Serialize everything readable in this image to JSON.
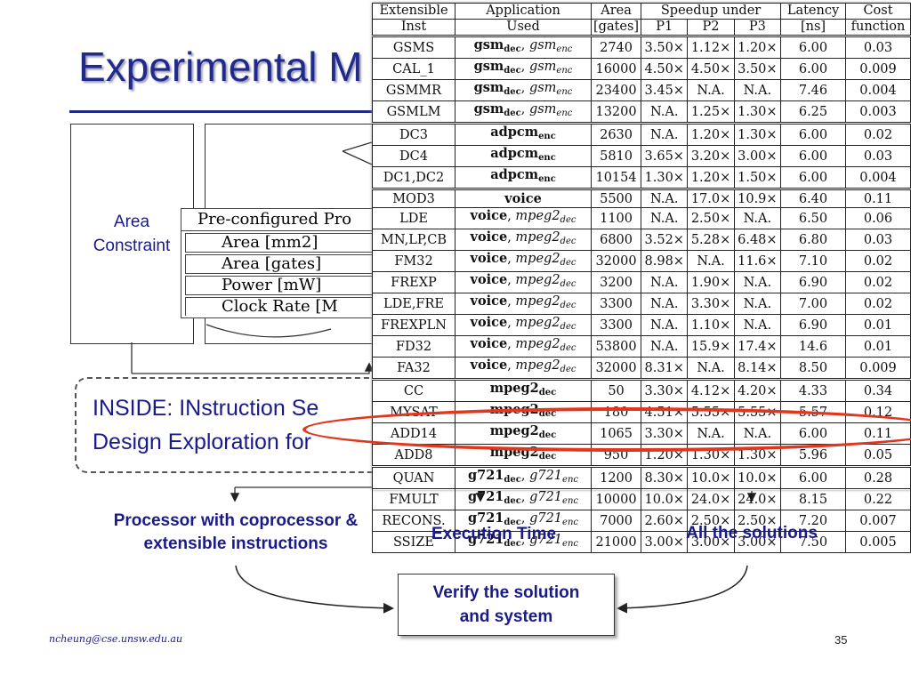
{
  "slide": {
    "title": "Experimental M",
    "area_label_line1": "Area",
    "area_label_line2": "Constraint",
    "preconfigured": {
      "header": "Pre-configured Pro",
      "rows": [
        "Area [mm2]",
        "Area [gates]",
        "Power [mW]",
        "Clock Rate [M"
      ]
    },
    "inside_line1": "INSIDE: INstruction Se",
    "inside_line2": "Design Exploration for",
    "caption_processor_line1": "Processor with coprocessor &",
    "caption_processor_line2": "extensible instructions",
    "caption_execution": "Execution Time",
    "caption_solutions": "All the solutions",
    "verify_line1": "Verify the solution",
    "verify_line2": "and system",
    "footer_email": "ncheung@cse.unsw.edu.au",
    "page_number": "35",
    "highlight_color": "#e0381e",
    "title_color": "#1f2a8a"
  },
  "table": {
    "header1": [
      "Extensible",
      "Application",
      "Area",
      "Speedup under",
      "Latency",
      "Cost"
    ],
    "header2": [
      "Inst",
      "Used",
      "[gates]",
      "P1",
      "P2",
      "P3",
      "[ns]",
      "function"
    ],
    "groups": [
      [
        {
          "inst": "GSMS",
          "app_b": "gsm",
          "app_b_sub": "dec",
          "app_i": "gsm",
          "app_i_sub": "enc",
          "area": "2740",
          "p1": "3.50×",
          "p2": "1.12×",
          "p3": "1.20×",
          "lat": "6.00",
          "cost": "0.03"
        },
        {
          "inst": "CAL_1",
          "app_b": "gsm",
          "app_b_sub": "dec",
          "app_i": "gsm",
          "app_i_sub": "enc",
          "area": "16000",
          "p1": "4.50×",
          "p2": "4.50×",
          "p3": "3.50×",
          "lat": "6.00",
          "cost": "0.009"
        },
        {
          "inst": "GSMMR",
          "app_b": "gsm",
          "app_b_sub": "dec",
          "app_i": "gsm",
          "app_i_sub": "enc",
          "area": "23400",
          "p1": "3.45×",
          "p2": "N.A.",
          "p3": "N.A.",
          "lat": "7.46",
          "cost": "0.004"
        },
        {
          "inst": "GSMLM",
          "app_b": "gsm",
          "app_b_sub": "dec",
          "app_i": "gsm",
          "app_i_sub": "enc",
          "area": "13200",
          "p1": "N.A.",
          "p2": "1.25×",
          "p3": "1.30×",
          "lat": "6.25",
          "cost": "0.003"
        }
      ],
      [
        {
          "inst": "DC3",
          "app_b": "adpcm",
          "app_b_sub": "enc",
          "app_i": "",
          "app_i_sub": "",
          "area": "2630",
          "p1": "N.A.",
          "p2": "1.20×",
          "p3": "1.30×",
          "lat": "6.00",
          "cost": "0.02"
        },
        {
          "inst": "DC4",
          "app_b": "adpcm",
          "app_b_sub": "enc",
          "app_i": "",
          "app_i_sub": "",
          "area": "5810",
          "p1": "3.65×",
          "p2": "3.20×",
          "p3": "3.00×",
          "lat": "6.00",
          "cost": "0.03"
        },
        {
          "inst": "DC1,DC2",
          "app_b": "adpcm",
          "app_b_sub": "enc",
          "app_i": "",
          "app_i_sub": "",
          "area": "10154",
          "p1": "1.30×",
          "p2": "1.20×",
          "p3": "1.50×",
          "lat": "6.00",
          "cost": "0.004"
        }
      ],
      [
        {
          "inst": "MOD3",
          "app_b": "voice",
          "app_b_sub": "",
          "app_i": "",
          "app_i_sub": "",
          "area": "5500",
          "p1": "N.A.",
          "p2": "17.0×",
          "p3": "10.9×",
          "lat": "6.40",
          "cost": "0.11"
        },
        {
          "inst": "LDE",
          "app_b": "voice",
          "app_b_sub": "",
          "app_i": "mpeg2",
          "app_i_sub": "dec",
          "area": "1100",
          "p1": "N.A.",
          "p2": "2.50×",
          "p3": "N.A.",
          "lat": "6.50",
          "cost": "0.06"
        },
        {
          "inst": "MN,LP,CB",
          "app_b": "voice",
          "app_b_sub": "",
          "app_i": "mpeg2",
          "app_i_sub": "dec",
          "area": "6800",
          "p1": "3.52×",
          "p2": "5.28×",
          "p3": "6.48×",
          "lat": "6.80",
          "cost": "0.03"
        },
        {
          "inst": "FM32",
          "app_b": "voice",
          "app_b_sub": "",
          "app_i": "mpeg2",
          "app_i_sub": "dec",
          "area": "32000",
          "p1": "8.98×",
          "p2": "N.A.",
          "p3": "11.6×",
          "lat": "7.10",
          "cost": "0.02"
        },
        {
          "inst": "FREXP",
          "app_b": "voice",
          "app_b_sub": "",
          "app_i": "mpeg2",
          "app_i_sub": "dec",
          "area": "3200",
          "p1": "N.A.",
          "p2": "1.90×",
          "p3": "N.A.",
          "lat": "6.90",
          "cost": "0.02"
        },
        {
          "inst": "LDE,FRE",
          "app_b": "voice",
          "app_b_sub": "",
          "app_i": "mpeg2",
          "app_i_sub": "dec",
          "area": "3300",
          "p1": "N.A.",
          "p2": "3.30×",
          "p3": "N.A.",
          "lat": "7.00",
          "cost": "0.02"
        },
        {
          "inst": "FREXPLN",
          "app_b": "voice",
          "app_b_sub": "",
          "app_i": "mpeg2",
          "app_i_sub": "dec",
          "area": "3300",
          "p1": "N.A.",
          "p2": "1.10×",
          "p3": "N.A.",
          "lat": "6.90",
          "cost": "0.01"
        },
        {
          "inst": "FD32",
          "app_b": "voice",
          "app_b_sub": "",
          "app_i": "mpeg2",
          "app_i_sub": "dec",
          "area": "53800",
          "p1": "N.A.",
          "p2": "15.9×",
          "p3": "17.4×",
          "lat": "14.6",
          "cost": "0.01"
        },
        {
          "inst": "FA32",
          "app_b": "voice",
          "app_b_sub": "",
          "app_i": "mpeg2",
          "app_i_sub": "dec",
          "area": "32000",
          "p1": "8.31×",
          "p2": "N.A.",
          "p3": "8.14×",
          "lat": "8.50",
          "cost": "0.009"
        }
      ],
      [
        {
          "inst": "CC",
          "app_b": "mpeg2",
          "app_b_sub": "dec",
          "app_i": "",
          "app_i_sub": "",
          "area": "50",
          "p1": "3.30×",
          "p2": "4.12×",
          "p3": "4.20×",
          "lat": "4.33",
          "cost": "0.34"
        },
        {
          "inst": "MYSAT",
          "app_b": "mpeg2",
          "app_b_sub": "dec",
          "app_i": "",
          "app_i_sub": "",
          "area": "180",
          "p1": "4.51×",
          "p2": "5.55×",
          "p3": "5.55×",
          "lat": "5.57",
          "cost": "0.12"
        },
        {
          "inst": "ADD14",
          "app_b": "mpeg2",
          "app_b_sub": "dec",
          "app_i": "",
          "app_i_sub": "",
          "area": "1065",
          "p1": "3.30×",
          "p2": "N.A.",
          "p3": "N.A.",
          "lat": "6.00",
          "cost": "0.11"
        },
        {
          "inst": "ADD8",
          "app_b": "mpeg2",
          "app_b_sub": "dec",
          "app_i": "",
          "app_i_sub": "",
          "area": "950",
          "p1": "1.20×",
          "p2": "1.30×",
          "p3": "1.30×",
          "lat": "5.96",
          "cost": "0.05"
        }
      ],
      [
        {
          "inst": "QUAN",
          "app_b": "g721",
          "app_b_sub": "dec",
          "app_i": "g721",
          "app_i_sub": "enc",
          "area": "1200",
          "p1": "8.30×",
          "p2": "10.0×",
          "p3": "10.0×",
          "lat": "6.00",
          "cost": "0.28"
        },
        {
          "inst": "FMULT",
          "app_b": "g721",
          "app_b_sub": "dec",
          "app_i": "g721",
          "app_i_sub": "enc",
          "area": "10000",
          "p1": "10.0×",
          "p2": "24.0×",
          "p3": "24.0×",
          "lat": "8.15",
          "cost": "0.22"
        },
        {
          "inst": "RECONS.",
          "app_b": "g721",
          "app_b_sub": "dec",
          "app_i": "g721",
          "app_i_sub": "enc",
          "area": "7000",
          "p1": "2.60×",
          "p2": "2.50×",
          "p3": "2.50×",
          "lat": "7.20",
          "cost": "0.007"
        },
        {
          "inst": "SSIZE",
          "app_b": "g721",
          "app_b_sub": "dec",
          "app_i": "g721",
          "app_i_sub": "enc",
          "area": "21000",
          "p1": "3.00×",
          "p2": "3.00×",
          "p3": "3.00×",
          "lat": "7.50",
          "cost": "0.005"
        }
      ]
    ]
  }
}
